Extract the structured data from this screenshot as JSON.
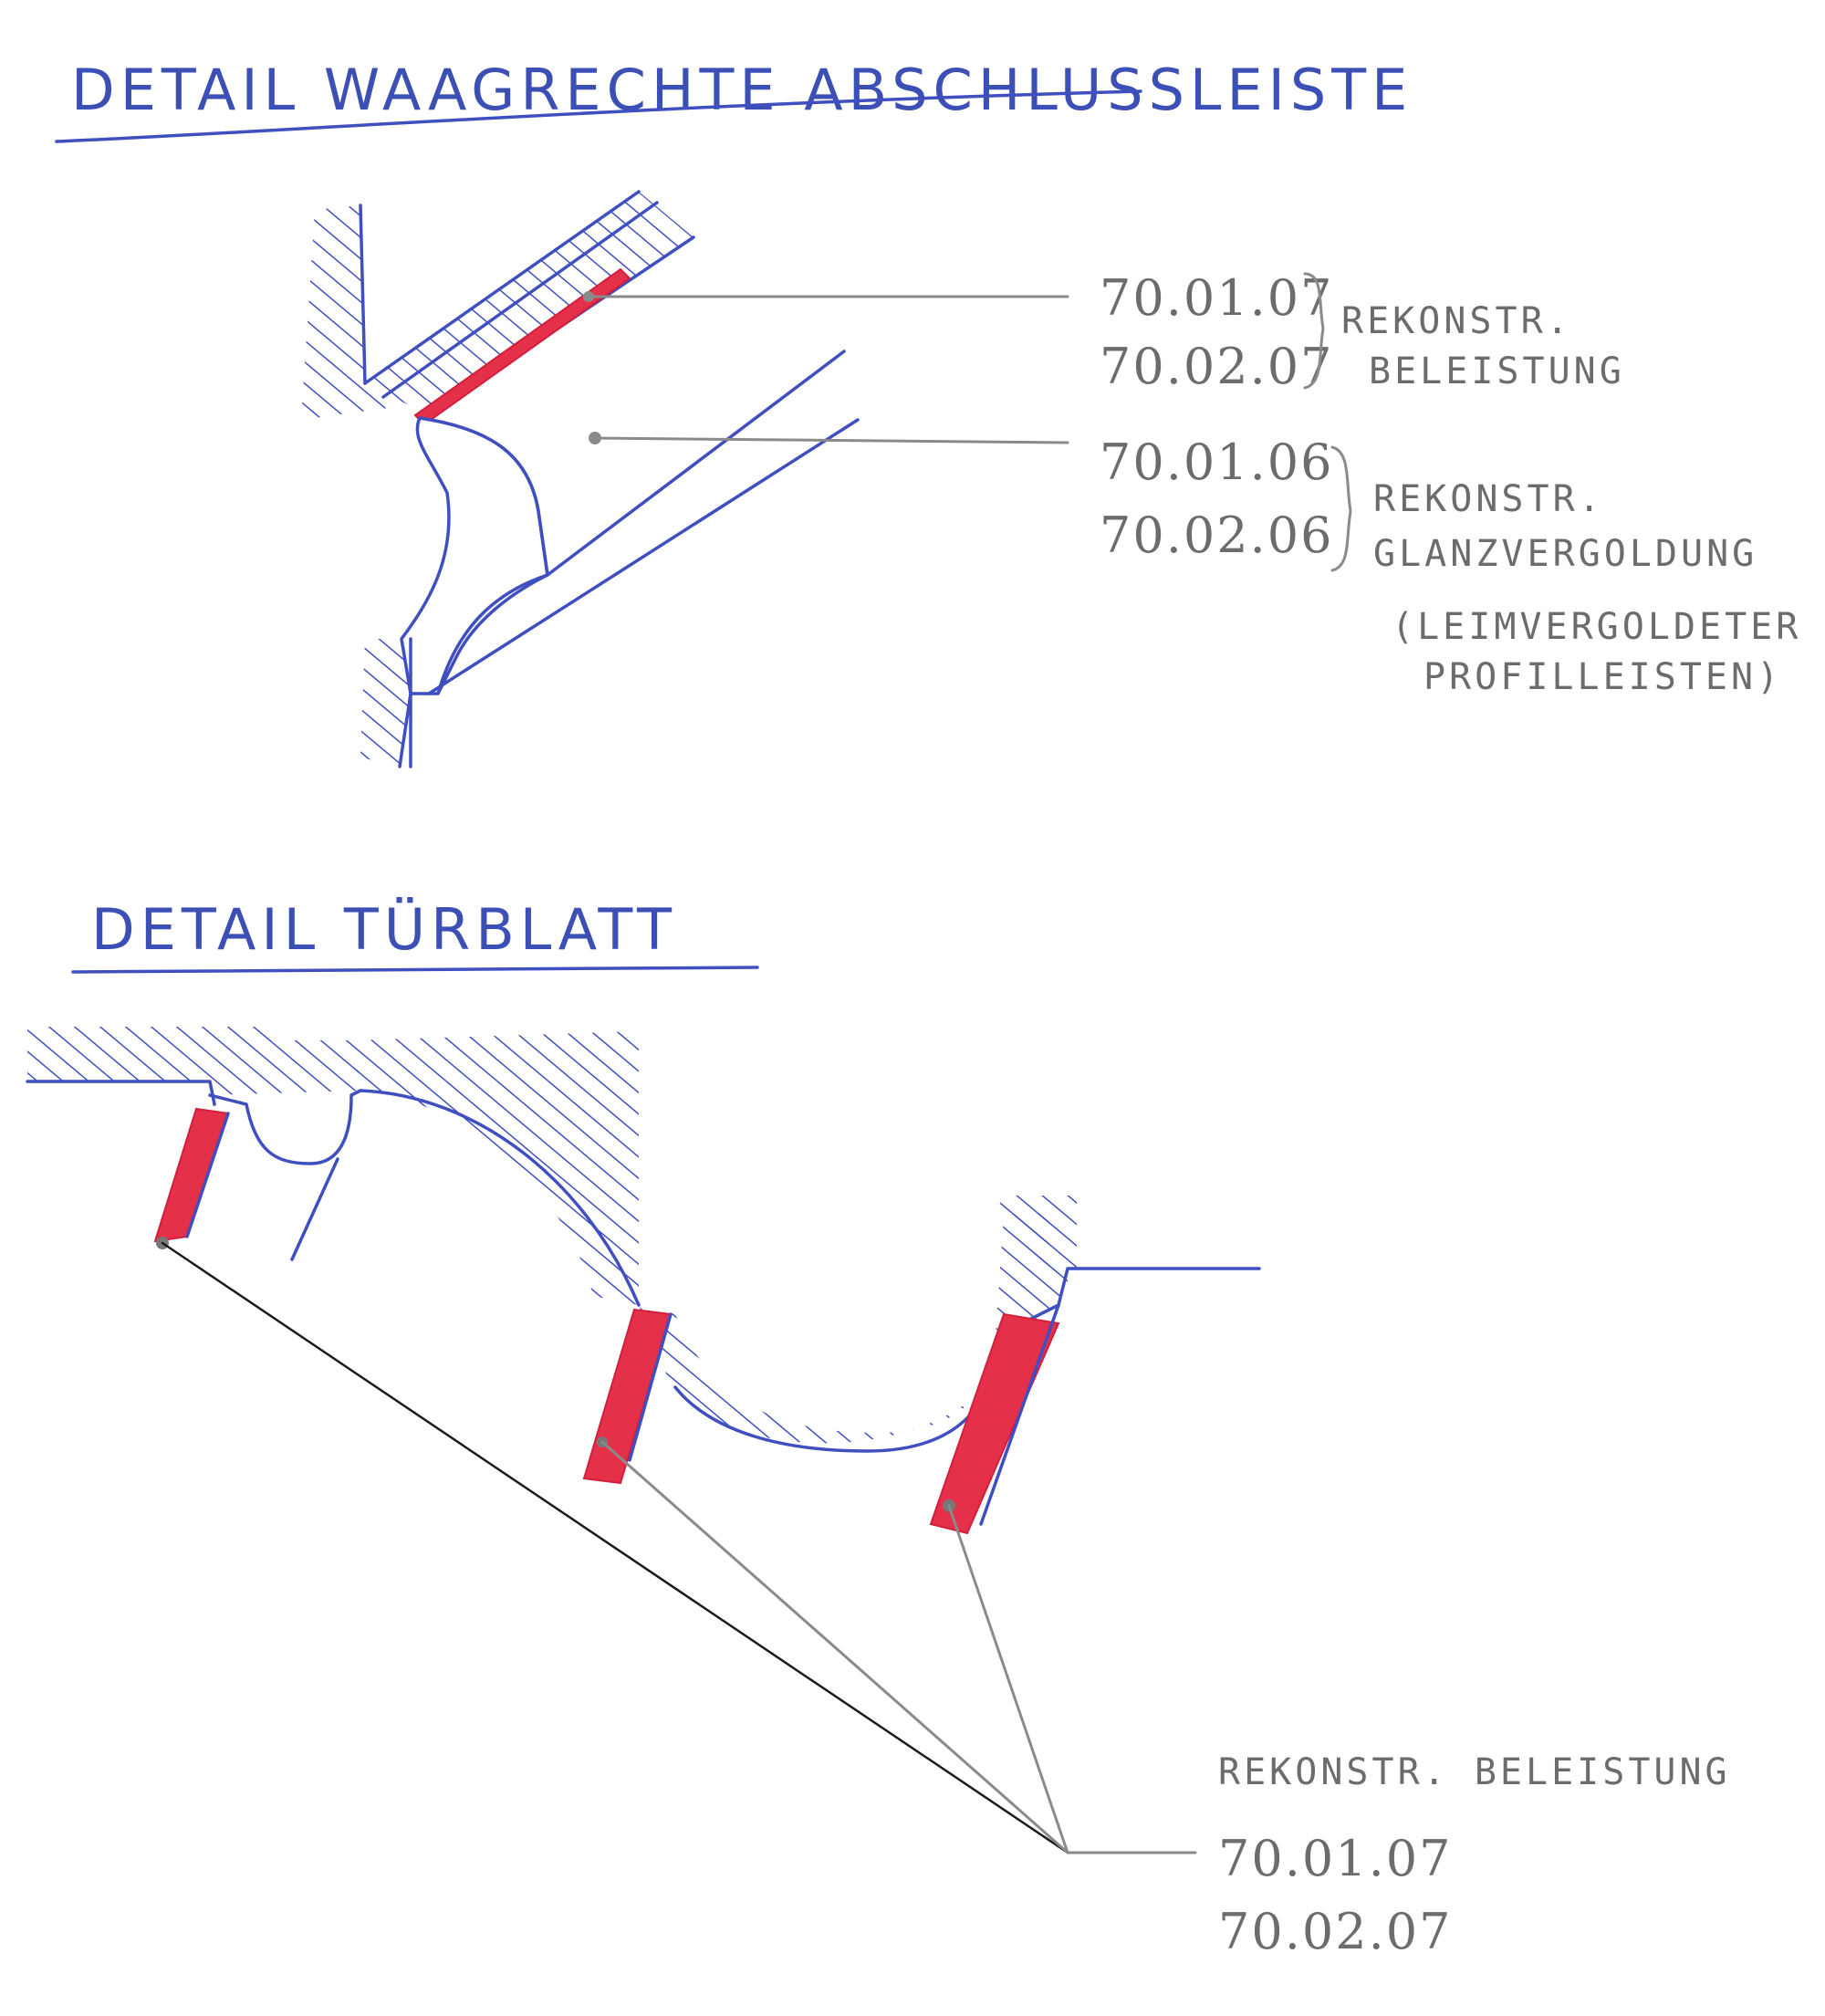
{
  "colors": {
    "ink_blue": "#3f4fbf",
    "ink_grey": "#6c6c6c",
    "ink_black": "#1b1b1b",
    "marker_red": "#e5304a",
    "paper": "#ffffff"
  },
  "detail1": {
    "title": "DETAIL WAAGRECHTE ABSCHLUSSLEISTE",
    "labels": [
      {
        "codes": [
          "70.01.07",
          "70.02.07"
        ],
        "lines": [
          "REKONSTR.",
          "BELEISTUNG"
        ]
      },
      {
        "codes": [
          "70.01.06",
          "70.02.06"
        ],
        "lines": [
          "REKONSTR.",
          "GLANZVERGOLDUNG",
          "(LEIMVERGOLDETER",
          "PROFILLEISTEN)"
        ]
      }
    ]
  },
  "detail2": {
    "title": "DETAIL TÜRBLATT",
    "label": {
      "lines": [
        "REKONSTR. BELEISTUNG"
      ],
      "codes": [
        "70.01.07",
        "70.02.07"
      ]
    }
  }
}
